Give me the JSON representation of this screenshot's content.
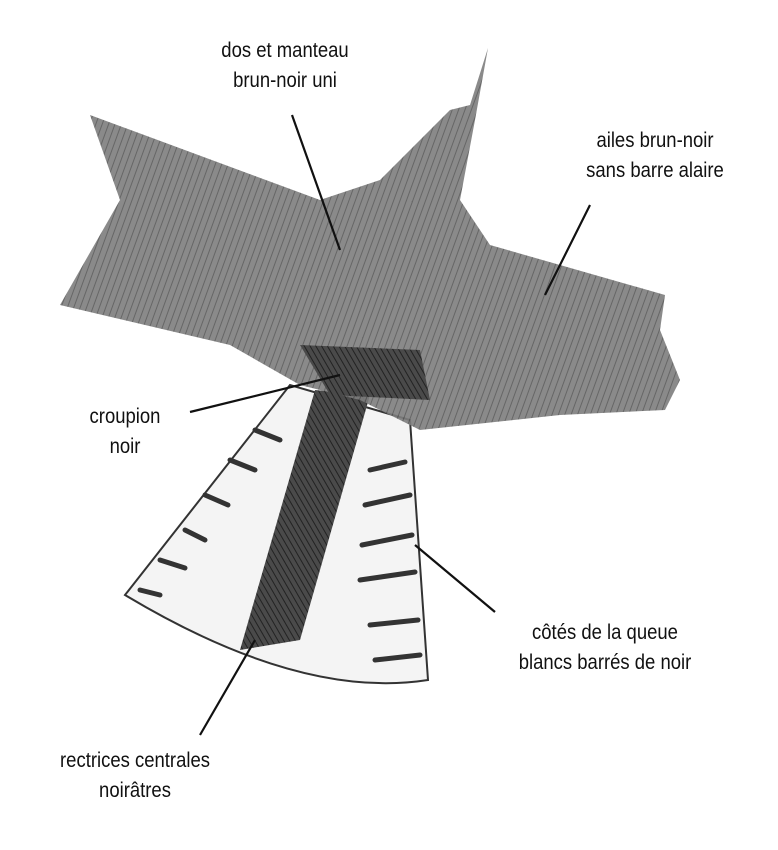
{
  "labels": {
    "back": {
      "line1": "dos et manteau",
      "line2": "brun-noir uni"
    },
    "wings": {
      "line1": "ailes brun-noir",
      "line2": "sans barre alaire"
    },
    "rump": {
      "line1": "croupion",
      "line2": "noir"
    },
    "tail_sides": {
      "line1": "côtés de la queue",
      "line2": "blancs barrés de noir"
    },
    "central_rectrices": {
      "line1": "rectrices centrales",
      "line2": "noirâtres"
    }
  },
  "colors": {
    "plumage": "#6a6a6a",
    "dark": "#3a3a3a",
    "tail": "#f4f4f4",
    "ink": "#111111"
  }
}
